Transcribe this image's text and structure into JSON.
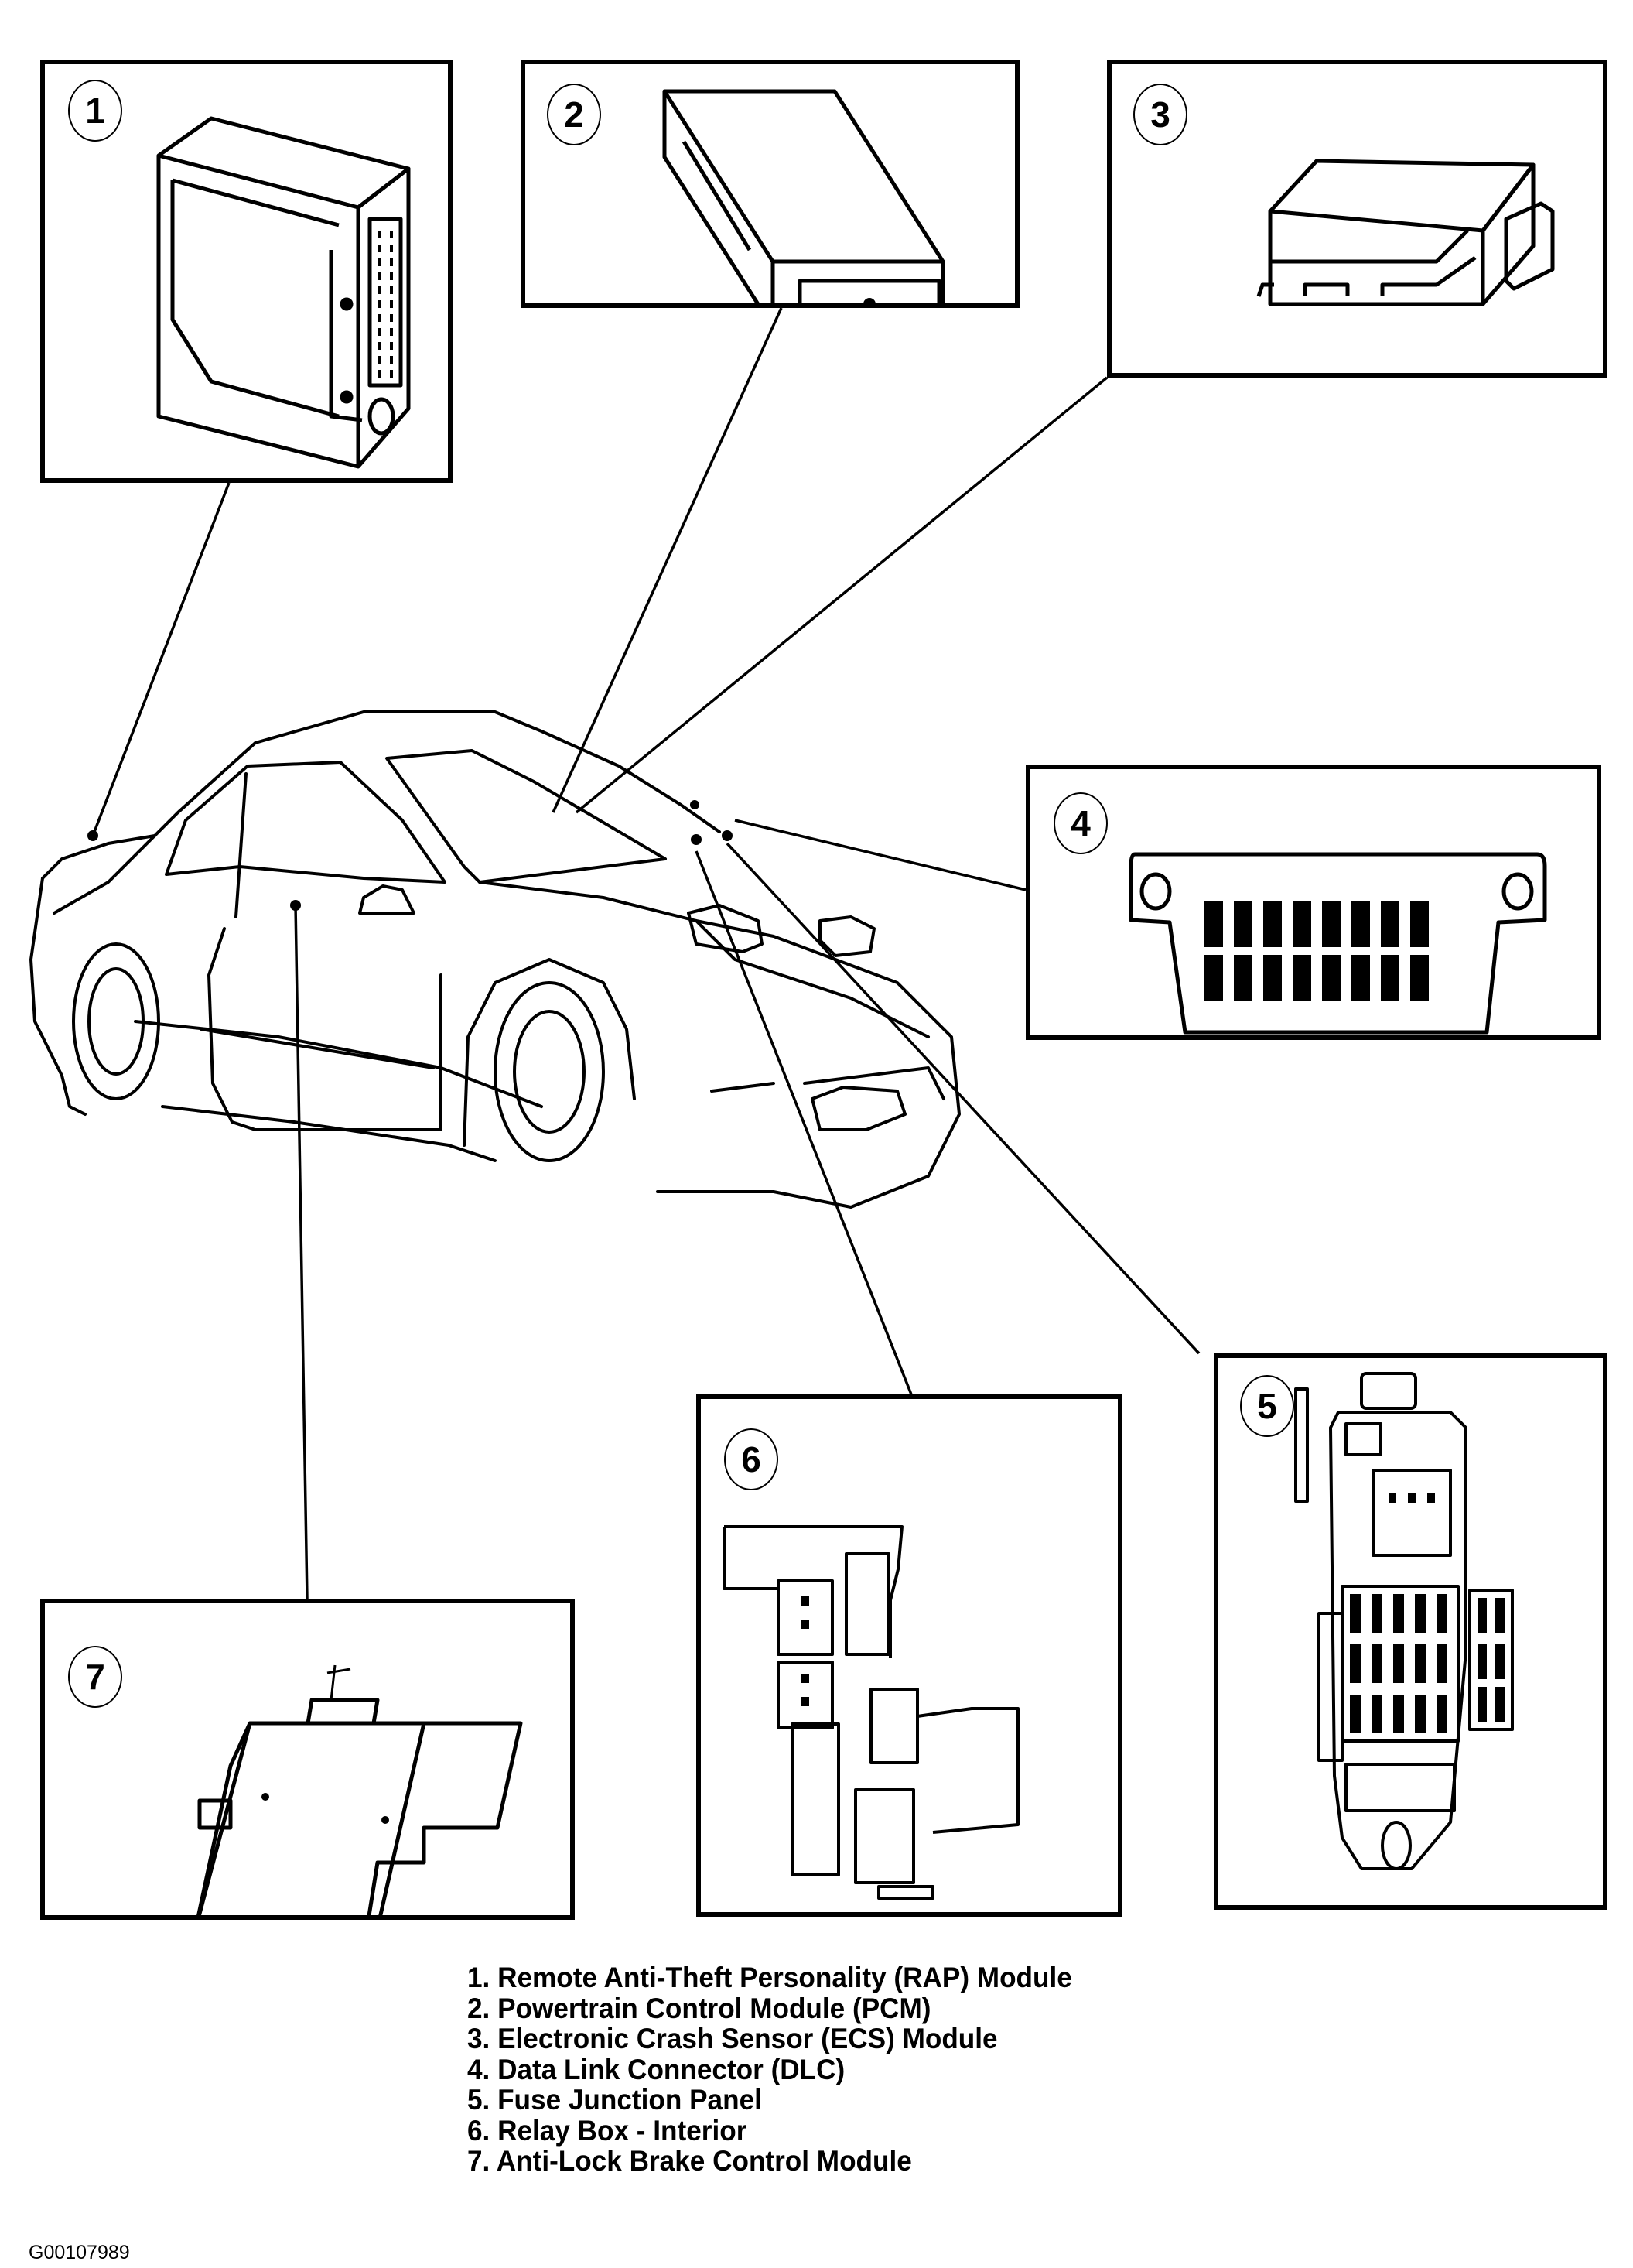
{
  "figure_code": "G00107989",
  "callouts": {
    "c1": "1",
    "c2": "2",
    "c3": "3",
    "c4": "4",
    "c5": "5",
    "c6": "6",
    "c7": "7"
  },
  "legend": {
    "items": [
      "1. Remote Anti-Theft Personality (RAP) Module",
      "2. Powertrain Control Module (PCM)",
      "3. Electronic Crash Sensor (ECS) Module",
      "4. Data Link Connector (DLC)",
      "5. Fuse Junction Panel",
      "6. Relay Box - Interior",
      "7. Anti-Lock Brake Control Module"
    ]
  },
  "components": [
    {
      "number": "1",
      "name": "Remote Anti-Theft Personality (RAP) Module",
      "icon": "rap-module-icon"
    },
    {
      "number": "2",
      "name": "Powertrain Control Module (PCM)",
      "icon": "pcm-module-icon"
    },
    {
      "number": "3",
      "name": "Electronic Crash Sensor (ECS) Module",
      "icon": "ecs-module-icon"
    },
    {
      "number": "4",
      "name": "Data Link Connector (DLC)",
      "icon": "dlc-connector-icon"
    },
    {
      "number": "5",
      "name": "Fuse Junction Panel",
      "icon": "fuse-panel-icon"
    },
    {
      "number": "6",
      "name": "Relay Box - Interior",
      "icon": "relay-box-icon"
    },
    {
      "number": "7",
      "name": "Anti-Lock Brake Control Module",
      "icon": "abs-module-icon"
    }
  ],
  "colors": {
    "line": "#000000",
    "background": "#ffffff"
  }
}
